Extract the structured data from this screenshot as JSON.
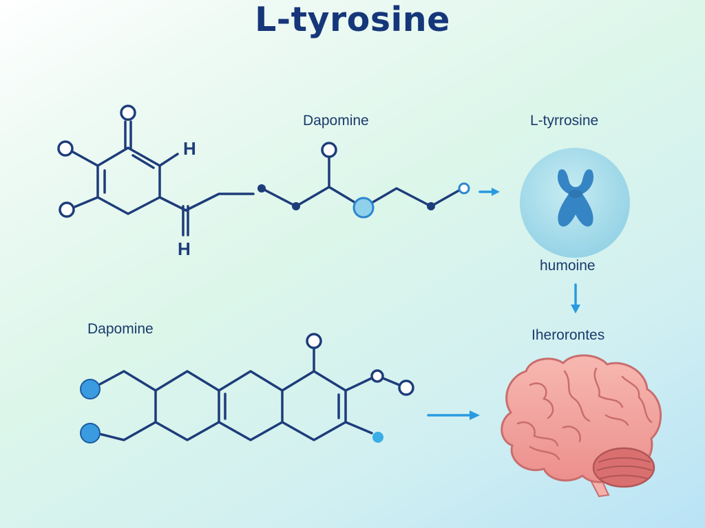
{
  "title": "L-tyrosine",
  "labels": {
    "top_center": "Dapomine",
    "top_right": "L-tyrrosine",
    "bottom_left": "Dapomine",
    "hormone": "humoine",
    "neuro": "Iherorontes"
  },
  "atoms": {
    "h_upper": "H",
    "h_lower": "H"
  },
  "colors": {
    "bond": "#1d3c7a",
    "title": "#16367a",
    "accent_blue": "#3a9be0",
    "arrow": "#2a9ae0",
    "hormone_circle": "#a8dcea",
    "brain": "#f2a3a0"
  },
  "icons": [
    "chromosome-icon",
    "brain-icon"
  ]
}
